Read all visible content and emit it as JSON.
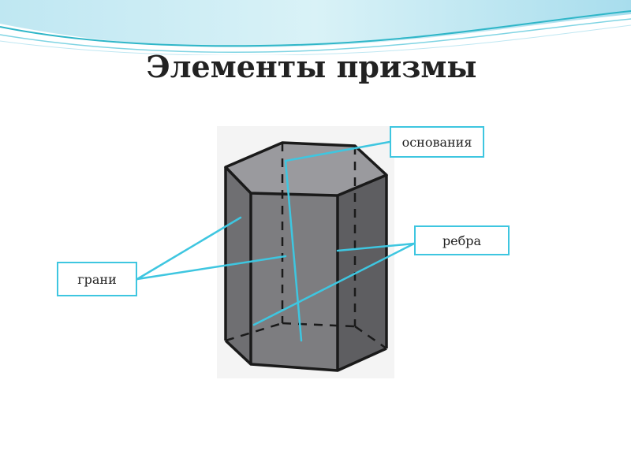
{
  "title": "Элементы призмы",
  "labels": {
    "bases": "основания",
    "edges": "ребра",
    "faces": "грани"
  },
  "colors": {
    "accent_line": "#3ec6e0",
    "prism_front": "#7d7d80",
    "prism_right": "#5e5e61",
    "prism_top": "#9a9a9e",
    "prism_left": "#6f6f72",
    "prism_edge": "#1a1a1a",
    "wave_light": "#bfe7f2",
    "wave_dark": "#2fb6c8"
  }
}
